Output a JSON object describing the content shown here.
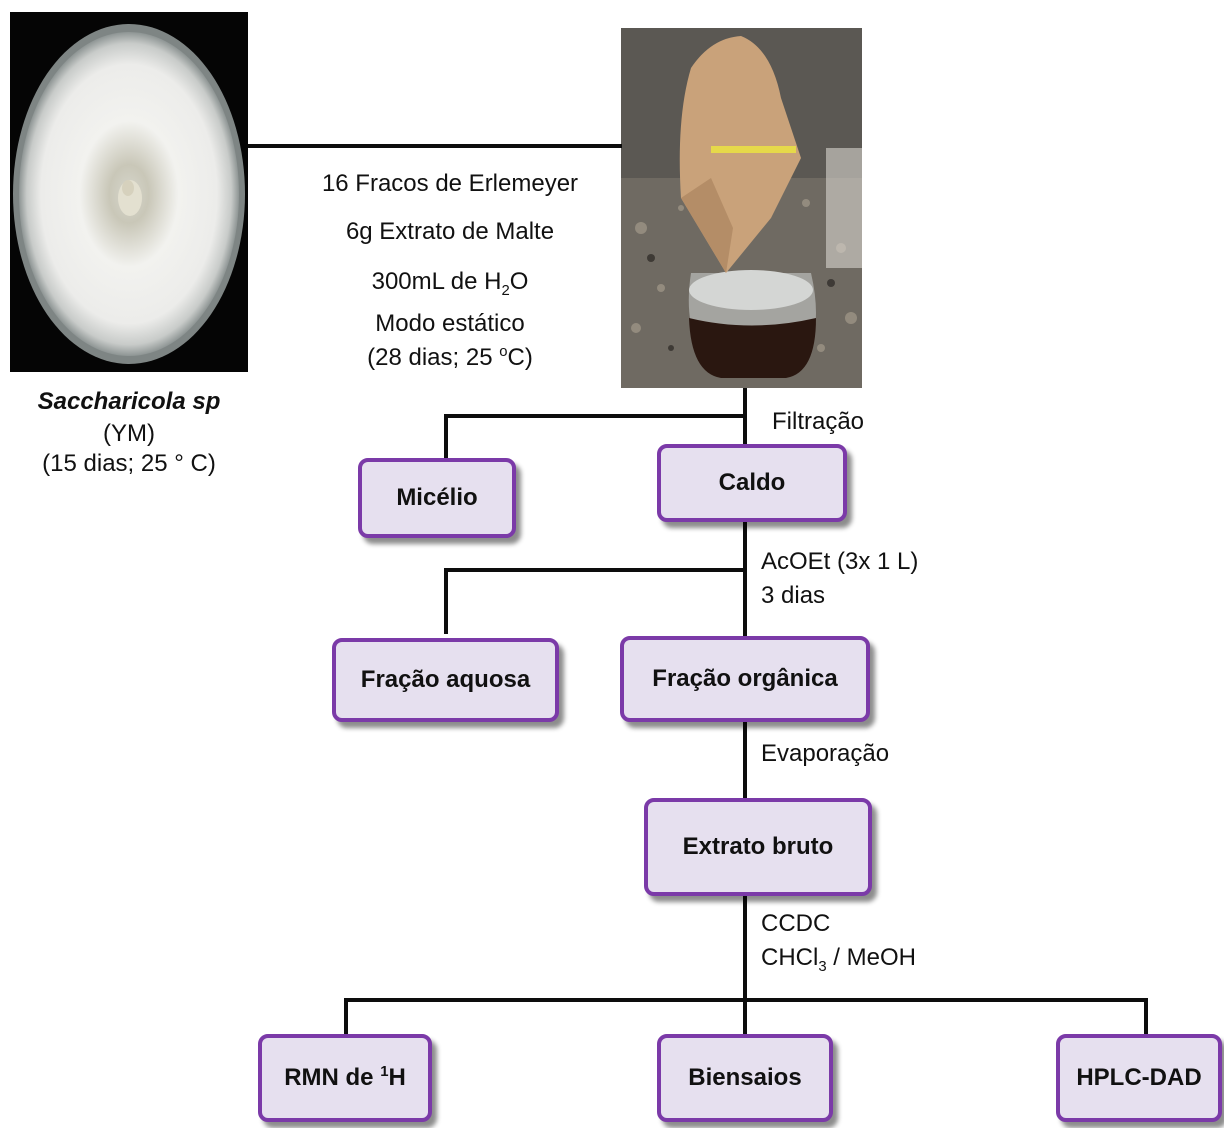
{
  "organism": {
    "name": "Saccharicola sp",
    "medium": "(YM)",
    "conditions": "(15 dias;  25 ° C)"
  },
  "culture": {
    "line1": "16 Fracos de Erlemeyer",
    "line2": "6g Extrato  de Malte",
    "line3_pre": "300mL  de H",
    "line3_sub": "2",
    "line3_post": "O",
    "line4": "Modo estático",
    "line5_pre": " (28 dias;  25 ",
    "line5_sup": "o",
    "line5_post": "C)"
  },
  "steps": {
    "filtration": "Filtração",
    "extraction_1": "AcOEt (3x 1 L)",
    "extraction_2": "3 dias",
    "evaporation": "Evaporação",
    "tlc_1": "CCDC",
    "tlc_2_pre": "CHCl",
    "tlc_2_sub": "3",
    "tlc_2_post": " / MeOH"
  },
  "boxes": {
    "micelio": "Micélio",
    "caldo": "Caldo",
    "fracao_aquosa": "Fração aquosa",
    "fracao_organica": "Fração orgânica",
    "extrato_bruto": "Extrato bruto",
    "rmn_pre": "RMN de ",
    "rmn_sup": "1",
    "rmn_post": "H",
    "biensaios": "Biensaios",
    "hplc": "HPLC-DAD"
  },
  "colors": {
    "box_fill": "#e6e0ef",
    "box_border": "#7b3aa8",
    "connector": "#0d0d0d"
  }
}
